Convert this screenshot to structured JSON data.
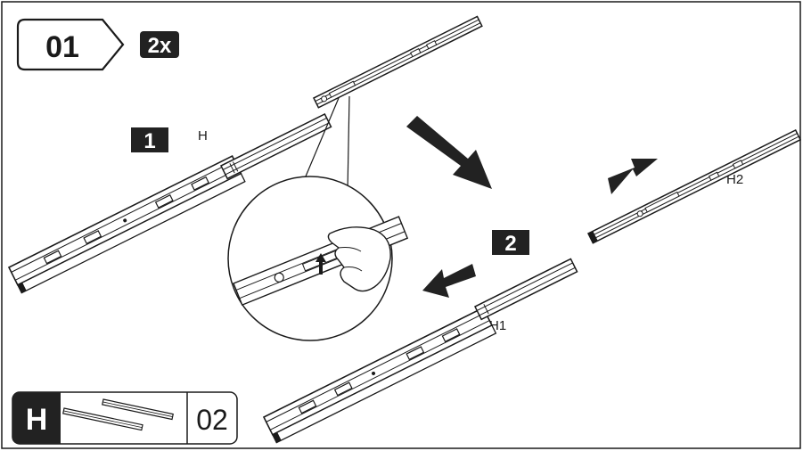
{
  "step": {
    "number": "01",
    "quantity": "2x"
  },
  "sub_steps": {
    "first": "1",
    "second": "2"
  },
  "labels": {
    "rail_full": "H",
    "rail_outer": "H1",
    "rail_inner": "H2"
  },
  "parts_legend": {
    "part_letter": "H",
    "part_count": "02"
  },
  "colors": {
    "ink": "#1a1a1a",
    "badge_fill": "#222222",
    "badge_text": "#ffffff"
  },
  "icons": [
    "step-arrow-badge",
    "direction-arrow",
    "magnifier-circle",
    "hand-icon"
  ]
}
